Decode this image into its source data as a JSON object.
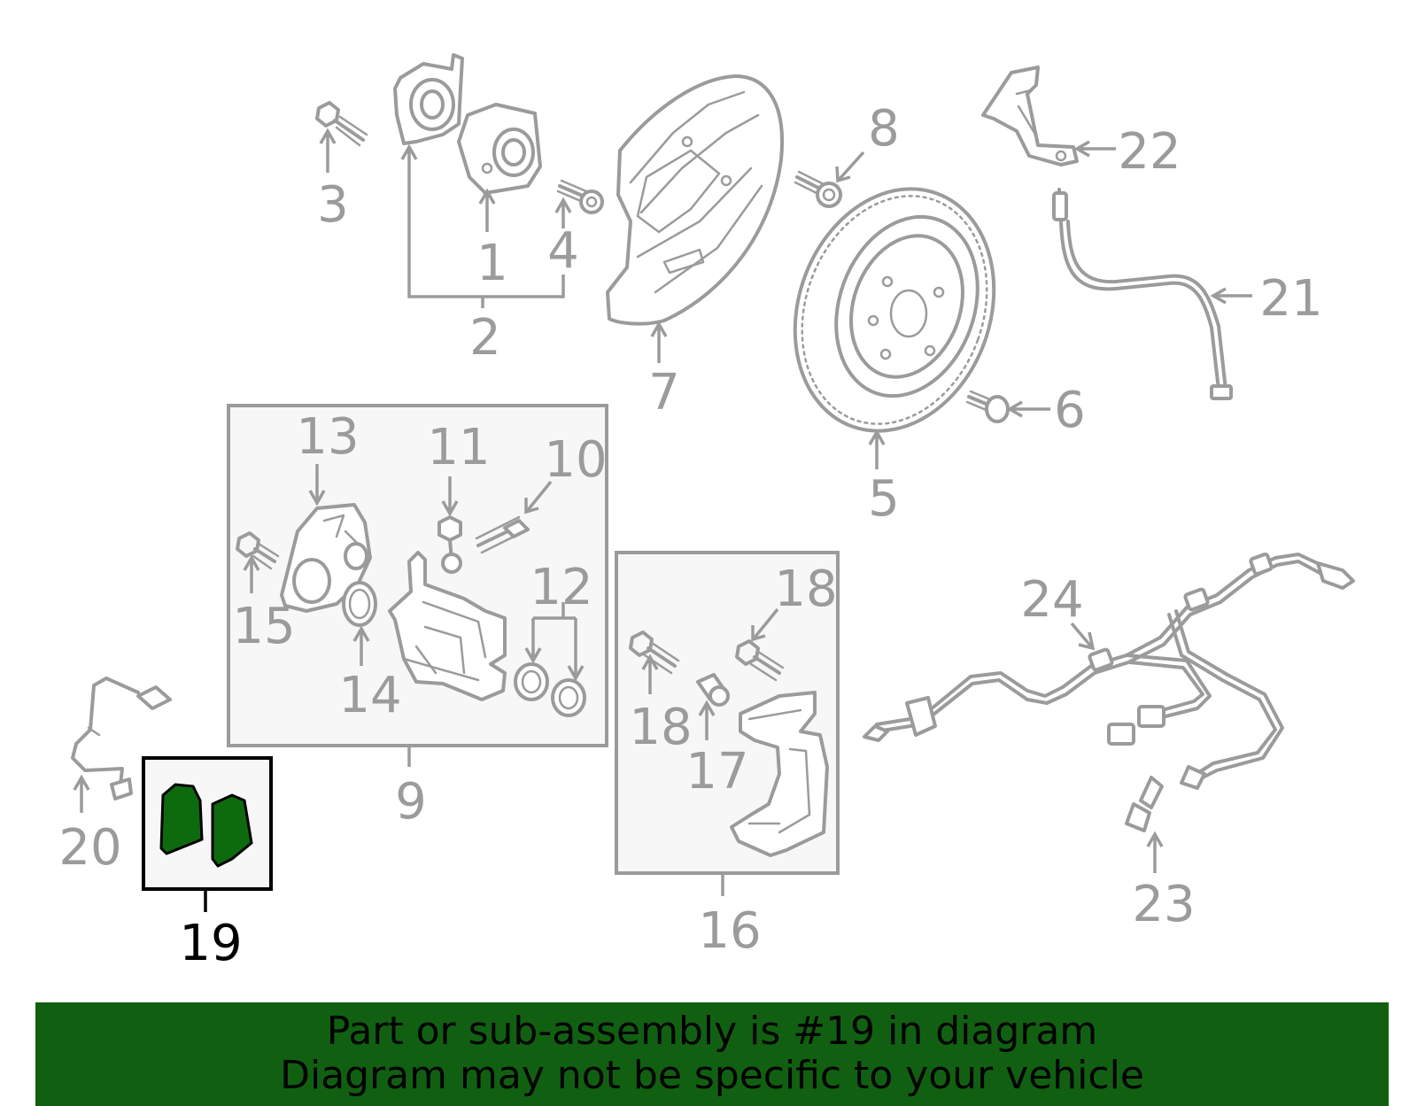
{
  "colors": {
    "line": "#9b9b9b",
    "highlight_part": "#0d6b0d",
    "highlight_label": "#000000",
    "banner_bg": "#116011",
    "banner_text": "#000000"
  },
  "callouts": {
    "c1": "1",
    "c2": "2",
    "c3": "3",
    "c4": "4",
    "c5": "5",
    "c6": "6",
    "c7": "7",
    "c8": "8",
    "c9": "9",
    "c10": "10",
    "c11": "11",
    "c12": "12",
    "c13": "13",
    "c14": "14",
    "c15": "15",
    "c16": "16",
    "c17": "17",
    "c18a": "18",
    "c18b": "18",
    "c19": "19",
    "c20": "20",
    "c21": "21",
    "c22": "22",
    "c23": "23",
    "c24": "24"
  },
  "highlighted_part": "19",
  "banner": {
    "line1": "Part or sub-assembly is #19 in diagram",
    "line2": "Diagram may not be specific to your vehicle"
  }
}
